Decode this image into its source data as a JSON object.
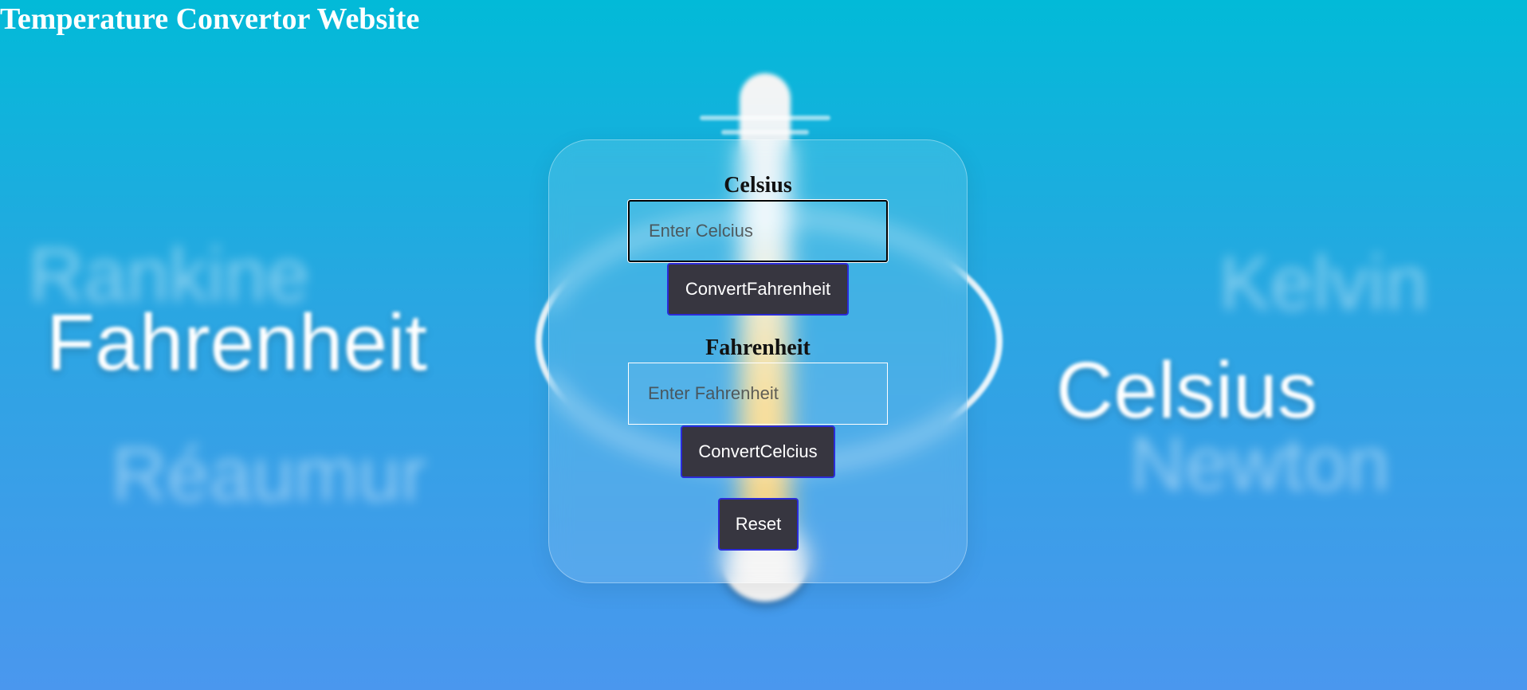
{
  "page": {
    "title": "Temperature Convertor Website"
  },
  "background": {
    "words": {
      "rankine": "Rankine",
      "fahrenheit": "Fahrenheit",
      "reaumur": "Réaumur",
      "kelvin": "Kelvin",
      "celsius": "Celsius",
      "newton": "Newton"
    }
  },
  "converter": {
    "celsius": {
      "label": "Celsius",
      "placeholder": "Enter Celcius",
      "value": "",
      "button_label": "ConvertFahrenheit"
    },
    "fahrenheit": {
      "label": "Fahrenheit",
      "placeholder": "Enter Fahrenheit",
      "value": "",
      "button_label": "ConvertCelcius"
    },
    "reset_label": "Reset"
  },
  "colors": {
    "button_bg": "#373640",
    "button_border": "#2b2bd8",
    "background_top": "#02bad8",
    "background_bottom": "#4a97ee"
  }
}
